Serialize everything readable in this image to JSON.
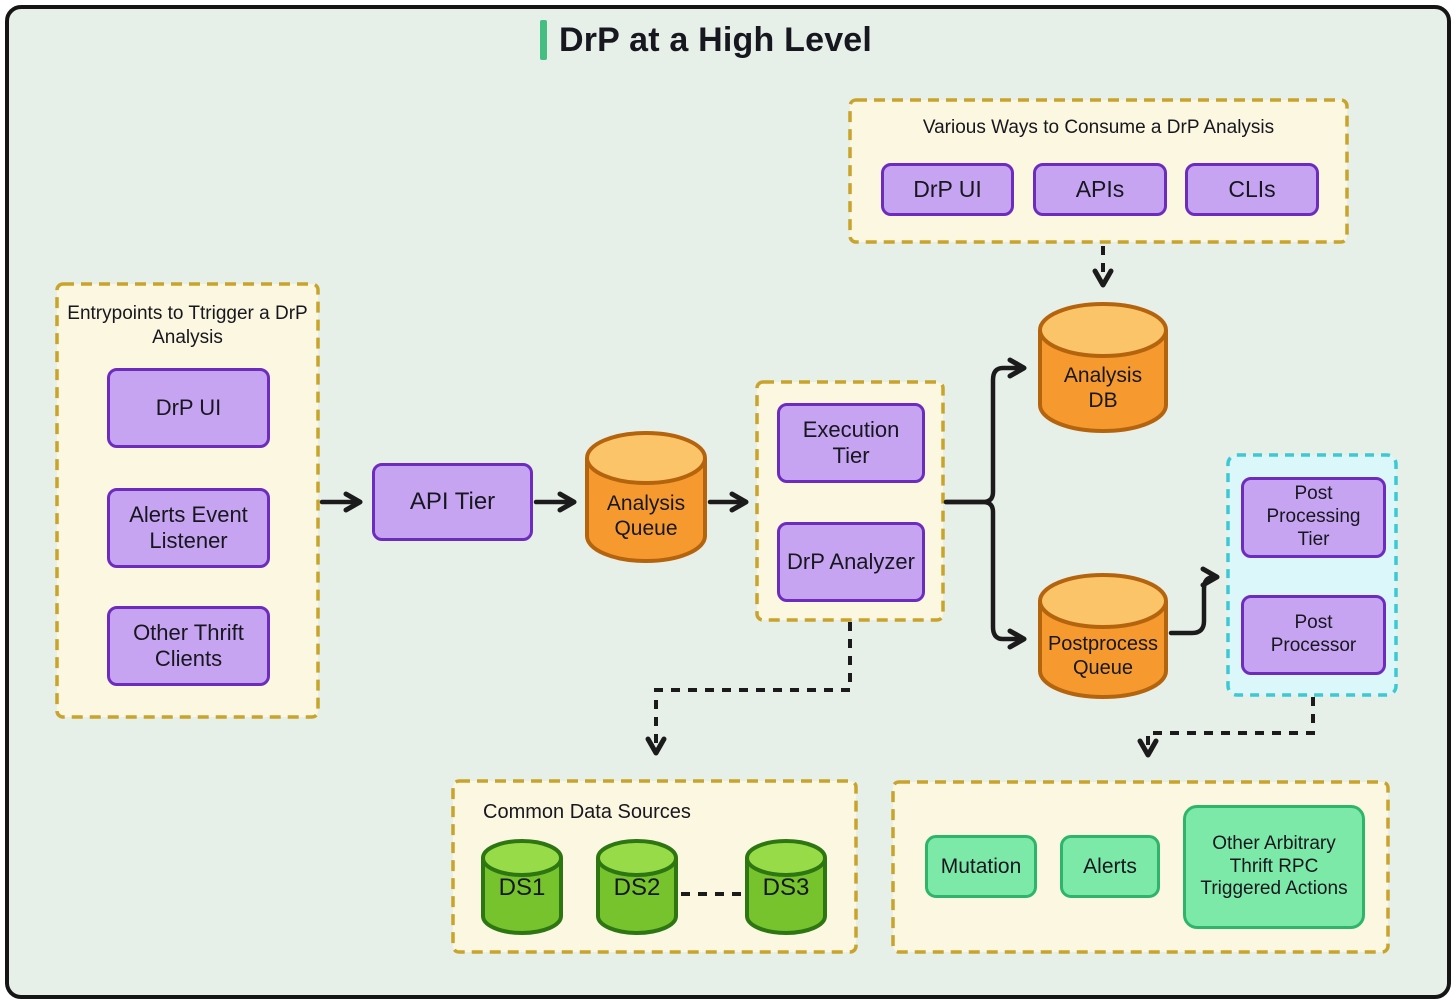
{
  "title": "DrP at a High Level",
  "consume_panel": {
    "label": "Various Ways to Consume a DrP Analysis",
    "items": [
      "DrP UI",
      "APIs",
      "CLIs"
    ]
  },
  "entry_panel": {
    "label": "Entrypoints to Ttrigger a DrP Analysis",
    "items": [
      "DrP UI",
      "Alerts Event Listener",
      "Other Thrift Clients"
    ]
  },
  "pipeline": {
    "api_tier": "API Tier",
    "analysis_queue": "Analysis Queue",
    "execution_tier": "Execution Tier",
    "drp_analyzer": "DrP Analyzer",
    "analysis_db": "Analysis DB",
    "postprocess_queue": "Postprocess Queue"
  },
  "postprocessing_panel": {
    "tier": "Post Processing Tier",
    "processor": "Post Processor"
  },
  "datasources_panel": {
    "label": "Common Data Sources",
    "items": [
      "DS1",
      "DS2",
      "DS3"
    ]
  },
  "actions_panel": {
    "items": [
      "Mutation",
      "Alerts",
      "Other Arbitrary Thrift RPC Triggered Actions"
    ]
  },
  "colors": {
    "canvas_bg": "#e7efe9",
    "frame_border": "#151515",
    "accent_green": "#45bd83",
    "purple_fill": "#c7a4f2",
    "purple_border": "#6e2cbe",
    "orange_fill": "#f69a2f",
    "orange_top": "#fcc469",
    "orange_border": "#b5640e",
    "green_fill": "#76c32e",
    "green_top": "#97dc48",
    "green_border": "#2e7611",
    "mint_fill": "#7ce9a8",
    "mint_border": "#2fb56b",
    "panel_bg": "#fbf7e0",
    "panel_border": "#c9a42c",
    "cyan_bg": "#dcf7fa",
    "cyan_border": "#3cc9d3",
    "arrow": "#1b1b1b"
  }
}
